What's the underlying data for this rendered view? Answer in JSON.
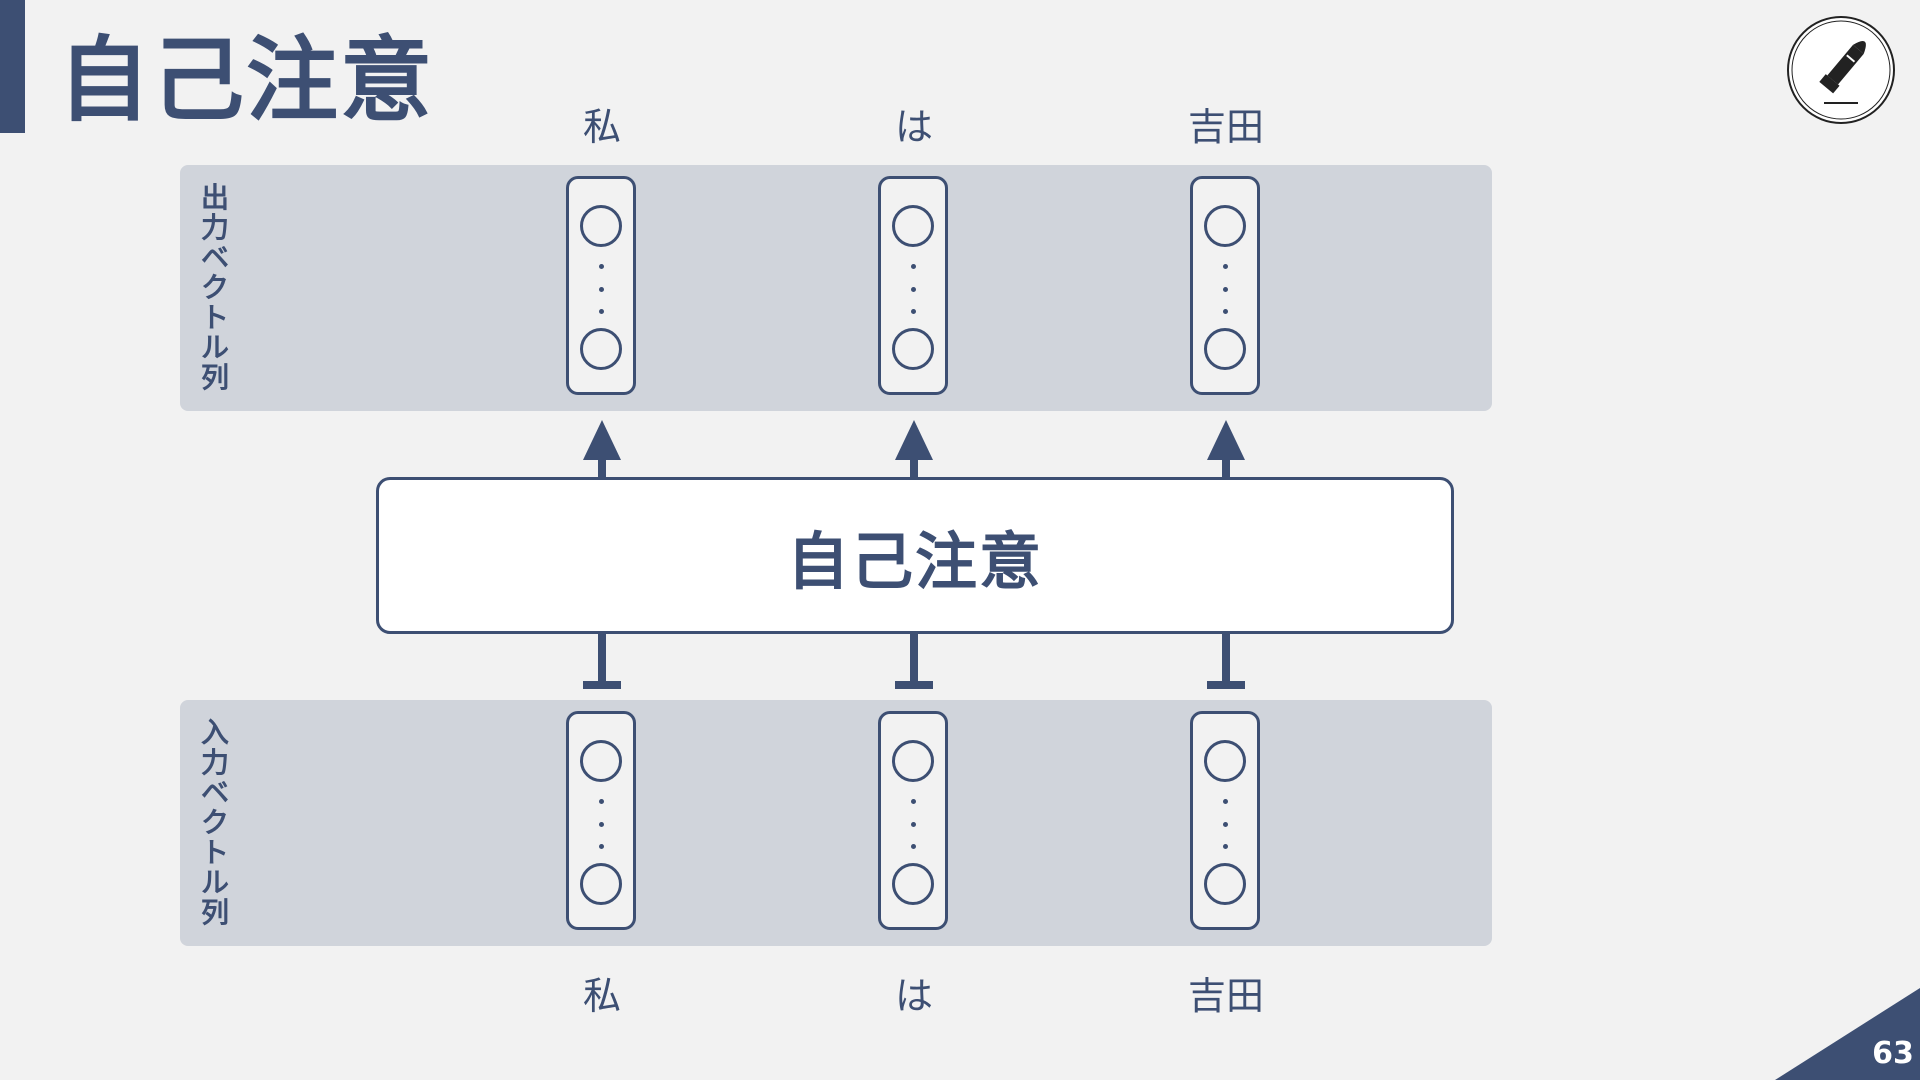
{
  "slide": {
    "title": "自己注意",
    "page_number": "63"
  },
  "logo": {
    "icon": "bullet-icon"
  },
  "output_band": {
    "label": "出力ベクトル列",
    "tokens": [
      "私",
      "は",
      "吉田"
    ]
  },
  "attention_box": {
    "label": "自己注意"
  },
  "input_band": {
    "label": "入力ベクトル列",
    "tokens": [
      "私",
      "は",
      "吉田"
    ]
  },
  "colors": {
    "primary": "#3d4f73",
    "band": "#d0d4db",
    "background": "#f2f2f2"
  }
}
